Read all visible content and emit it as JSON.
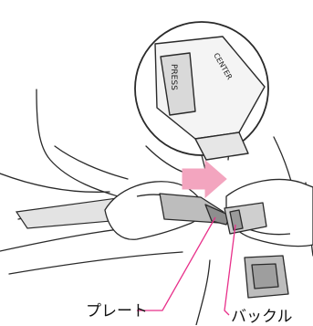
{
  "callouts": {
    "plate": "プレート",
    "buckle": "バックル"
  },
  "buckle_button": {
    "top_text": "CENTER",
    "side_text": "PRESS"
  },
  "colors": {
    "line": "#2a2a2a",
    "leader": "#e8308a",
    "arrow": "#f3a5bf",
    "background": "#ffffff"
  },
  "icons": {
    "insert_direction": "right-arrow-icon"
  }
}
